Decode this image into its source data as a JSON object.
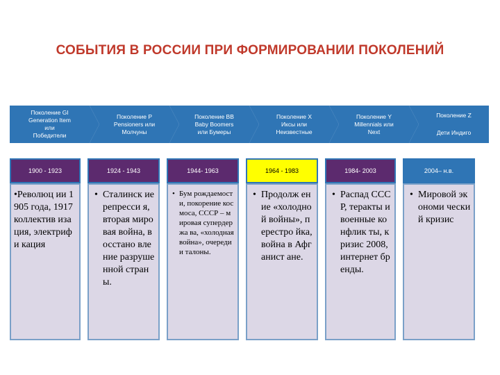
{
  "title": "СОБЫТИЯ В РОССИИ ПРИ ФОРМИРОВАНИИ ПОКОЛЕНИЙ",
  "generations": [
    {
      "line1": "Поколение GI",
      "line2": "Generation Item",
      "line3": "или",
      "line4": "Победители"
    },
    {
      "line1": "Поколение Р",
      "line2": "Pensioners или",
      "line3": "Молчуны",
      "line4": ""
    },
    {
      "line1": "Поколение ВВ",
      "line2": "Baby Boomers",
      "line3": "или Бумеры",
      "line4": ""
    },
    {
      "line1": "Поколение Х",
      "line2": "Иксы или",
      "line3": "Неизвестные",
      "line4": ""
    },
    {
      "line1": "Поколение Y",
      "line2": "Millennials или",
      "line3": "Next",
      "line4": ""
    },
    {
      "line1": "Поколение Z",
      "line2": "Дети Индиго",
      "line3": "",
      "line4": ""
    }
  ],
  "periods": [
    {
      "years": "1900 - 1923",
      "bullet": "•",
      "text": "Революц ии 1905 года, 1917 коллектив изация, электрифи кация"
    },
    {
      "years": "1924 - 1943",
      "bullet": "•",
      "text": "Сталинск ие репресси я, вторая мировая война, восстано вление разруше нной страны."
    },
    {
      "years": "1944- 1963",
      "bullet": "•",
      "text": "Бум рождаемост и, покорение космоса, СССР – мировая супердержа ва, «холодная война», очереди и талоны."
    },
    {
      "years": "1964 - 1983",
      "bullet": "•",
      "text": "Продолж ение «холодно й войны», перестро йка, война в Афганист ане."
    },
    {
      "years": "1984- 2003",
      "bullet": "•",
      "text": "Распад СССР, теракты и военные конфлик ты, кризис 2008, интернет бренды."
    },
    {
      "years": "2004– н.в.",
      "bullet": "•",
      "text": "Мировой экономи ческий кризис"
    }
  ],
  "colors": {
    "title": "#c0392b",
    "chevron": "#2f75b5",
    "header_purple": "#5c2a6e",
    "header_yellow": "#ffff00",
    "header_blue": "#2f75b5",
    "box_fill": "#dcd7e6",
    "box_border": "#7aa0c8"
  }
}
